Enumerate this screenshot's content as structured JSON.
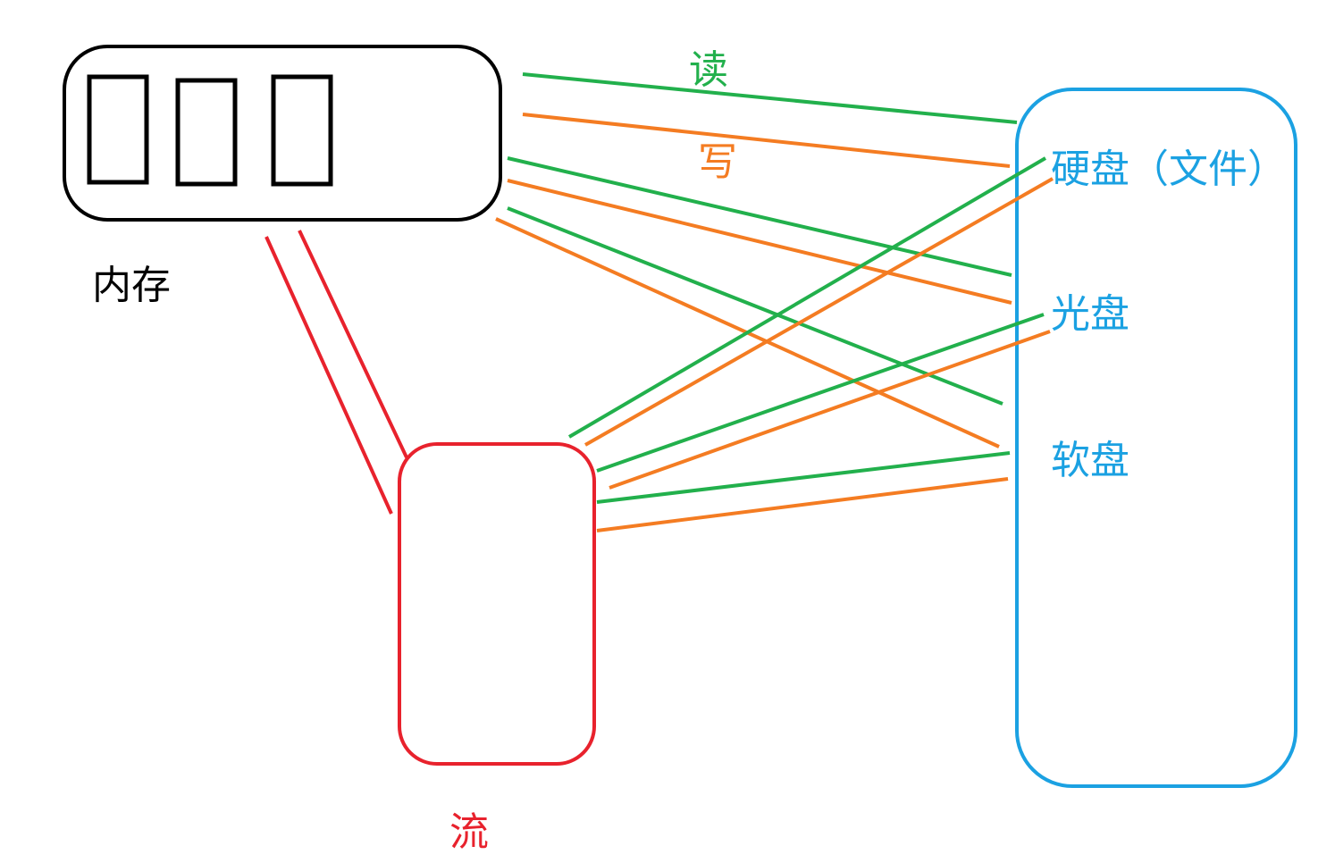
{
  "labels": {
    "memory": "内存",
    "stream": "流",
    "read": "读",
    "write": "写",
    "hard_disk": "硬盘（文件）",
    "optical_disk": "光盘",
    "floppy_disk": "软盘"
  },
  "colors": {
    "memory": "#000000",
    "stream": "#e8222d",
    "storage": "#1ba1e2",
    "read": "#22b04c",
    "write": "#f47c22"
  }
}
